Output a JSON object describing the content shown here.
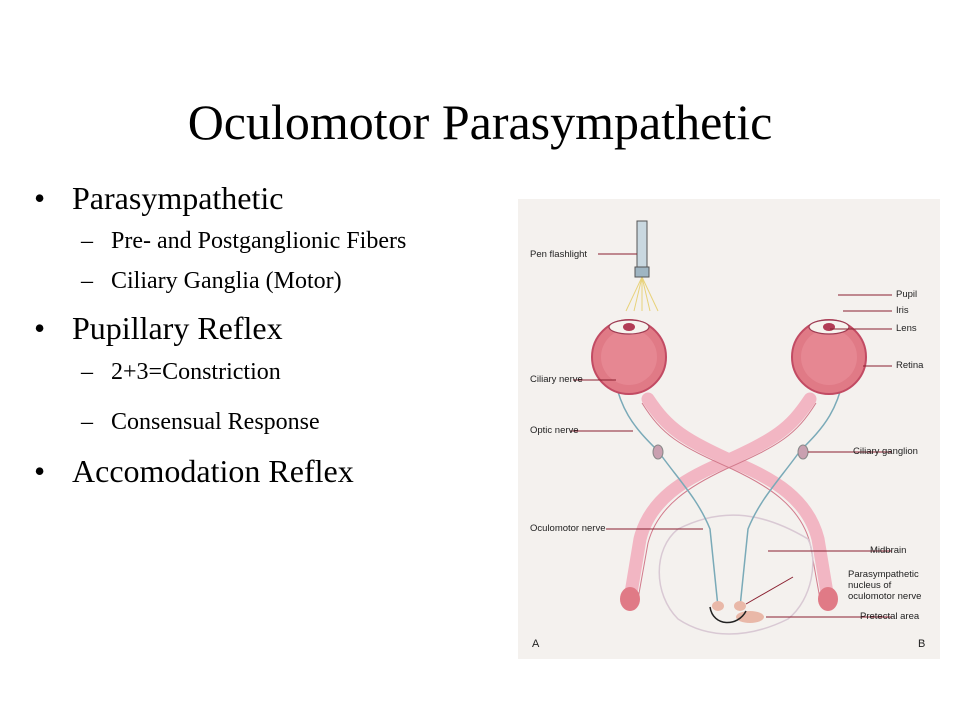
{
  "title": "Oculomotor Parasympathetic",
  "bullets": [
    {
      "text": "Parasympathetic",
      "subs": [
        "Pre- and Postganglionic Fibers",
        "Ciliary Ganglia (Motor)"
      ]
    },
    {
      "text": "Pupillary Reflex",
      "subs": [
        "2+3=Constriction",
        "Consensual Response"
      ]
    },
    {
      "text": "Accomodation Reflex",
      "subs": []
    }
  ],
  "bullet_glyph": "•",
  "dash_glyph": "–",
  "figure": {
    "labels": {
      "pen_flashlight": "Pen flashlight",
      "pupil": "Pupil",
      "iris": "Iris",
      "lens": "Lens",
      "retina": "Retina",
      "ciliary_nerve": "Ciliary nerve",
      "optic_nerve": "Optic nerve",
      "ciliary_ganglion": "Ciliary ganglion",
      "oculomotor_nerve": "Oculomotor nerve",
      "midbrain": "Midbrain",
      "parasympathetic_nucleus": "Parasympathetic\nnucleus of\noculomotor nerve",
      "pretectal_area": "Pretectal area",
      "panel_a": "A",
      "panel_b": "B"
    },
    "colors": {
      "eye_fill": "#e07a86",
      "optic_pathway": "#f2b6c3",
      "nerve": "#7aaab8",
      "leader_line": "#8a2030",
      "background": "#f4f1ee"
    }
  }
}
